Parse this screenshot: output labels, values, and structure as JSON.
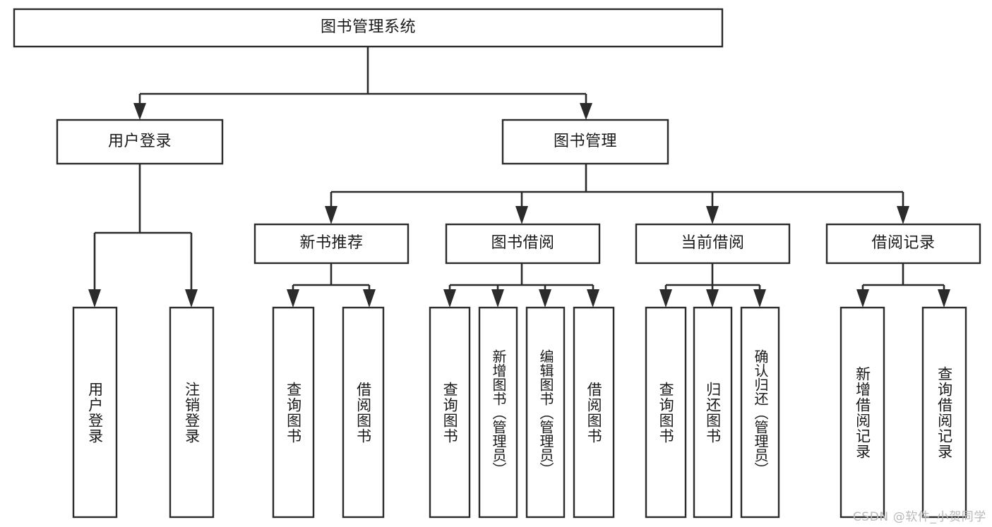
{
  "diagram": {
    "title_node": {
      "label": "图书管理系统"
    },
    "level1": [
      {
        "id": "user-login",
        "label": "用户登录"
      },
      {
        "id": "book-manage",
        "label": "图书管理"
      }
    ],
    "level2": [
      {
        "id": "new-book-rec",
        "label": "新书推荐"
      },
      {
        "id": "book-borrow",
        "label": "图书借阅"
      },
      {
        "id": "current-borrow",
        "label": "当前借阅"
      },
      {
        "id": "borrow-record",
        "label": "借阅记录"
      }
    ],
    "leaves": {
      "user_login": [
        {
          "id": "leaf-user-login",
          "label": "用户登录"
        },
        {
          "id": "leaf-logout",
          "label": "注销登录"
        }
      ],
      "new_book_rec": [
        {
          "id": "leaf-query-book-1",
          "label": "查询图书"
        },
        {
          "id": "leaf-borrow-book-1",
          "label": "借阅图书"
        }
      ],
      "book_borrow": [
        {
          "id": "leaf-query-book-2",
          "label": "查询图书"
        },
        {
          "id": "leaf-add-book",
          "label": "新增图书（管理员）"
        },
        {
          "id": "leaf-edit-book",
          "label": "编辑图书（管理员）"
        },
        {
          "id": "leaf-borrow-book-2",
          "label": "借阅图书"
        }
      ],
      "current_borrow": [
        {
          "id": "leaf-query-book-3",
          "label": "查询图书"
        },
        {
          "id": "leaf-return-book",
          "label": "归还图书"
        },
        {
          "id": "leaf-confirm-return",
          "label": "确认归还（管理员）"
        }
      ],
      "borrow_record": [
        {
          "id": "leaf-add-record",
          "label": "新增借阅记录"
        },
        {
          "id": "leaf-query-record",
          "label": "查询借阅记录"
        }
      ]
    },
    "watermark": "CSDN @软件_小贺同学",
    "colors": {
      "stroke": "#2b2b2b",
      "fill": "#ffffff",
      "text": "#1a1a1a",
      "watermark": "#b9b9b9"
    }
  }
}
